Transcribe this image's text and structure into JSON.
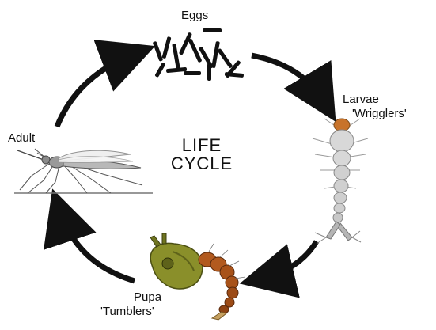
{
  "title": {
    "line1": "LIFE",
    "line2": "CYCLE"
  },
  "stages": {
    "eggs": {
      "label": "Eggs"
    },
    "larvae": {
      "label": "Larvae",
      "sublabel": "'Wrigglers'"
    },
    "pupa": {
      "label": "Pupa",
      "sublabel": "'Tumblers'"
    },
    "adult": {
      "label": "Adult"
    }
  },
  "colors": {
    "arrow": "#111111",
    "larva_body": "#d8d8d8",
    "larva_head": "#c8732a",
    "pupa_body": "#8a8f2a",
    "pupa_segments": "#b25a1f"
  },
  "icons": [
    "eggs-icon",
    "larva-icon",
    "pupa-icon",
    "mosquito-icon"
  ]
}
